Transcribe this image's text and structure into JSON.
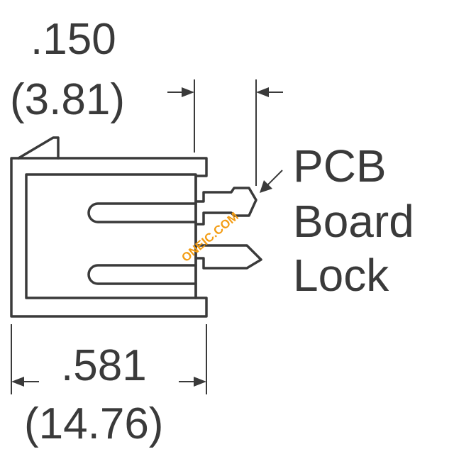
{
  "dimensions": {
    "pin_spacing": {
      "inches": ".150",
      "mm": "(3.81)"
    },
    "overall_width": {
      "inches": ".581",
      "mm": "(14.76)"
    }
  },
  "label": {
    "line1": "PCB",
    "line2": "Board",
    "line3": "Lock"
  },
  "watermark": {
    "text": "ONEIC.COM",
    "color": "#f39c12"
  }
}
